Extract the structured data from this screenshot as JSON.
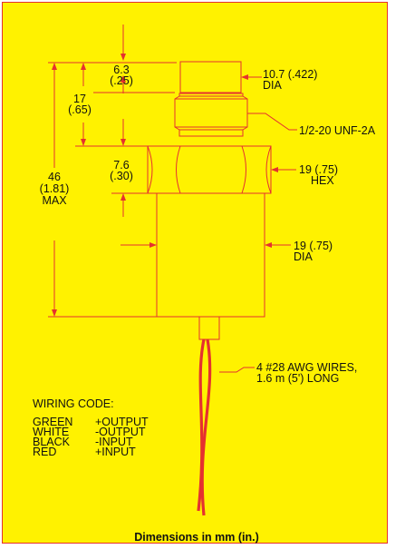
{
  "colors": {
    "background": "#fff200",
    "line": "#e5312f",
    "text": "#111111"
  },
  "labels": {
    "top_a": "6.3",
    "top_b": "(.25)",
    "thread_len_a": "17",
    "thread_len_b": "(.65)",
    "hex_h_a": "7.6",
    "hex_h_b": "(.30)",
    "overall_a": "46",
    "overall_b": "(1.81)",
    "overall_c": "MAX",
    "fitting_dia_a": "10.7 (.422)",
    "fitting_dia_b": "DIA",
    "thread_spec": "1/2-20 UNF-2A",
    "hex_a": "19 (.75)",
    "hex_b": "HEX",
    "body_dia_a": "19 (.75)",
    "body_dia_b": "DIA",
    "wires_a": "4 #28 AWG WIRES,",
    "wires_b": "1.6 m (5') LONG"
  },
  "wiring": {
    "title": "WIRING CODE:",
    "rows": [
      {
        "color": "GREEN",
        "signal": "+OUTPUT"
      },
      {
        "color": "WHITE",
        "signal": "-OUTPUT"
      },
      {
        "color": "BLACK",
        "signal": "-INPUT"
      },
      {
        "color": "RED",
        "signal": "+INPUT"
      }
    ]
  },
  "footer": "Dimensions in mm (in.)"
}
